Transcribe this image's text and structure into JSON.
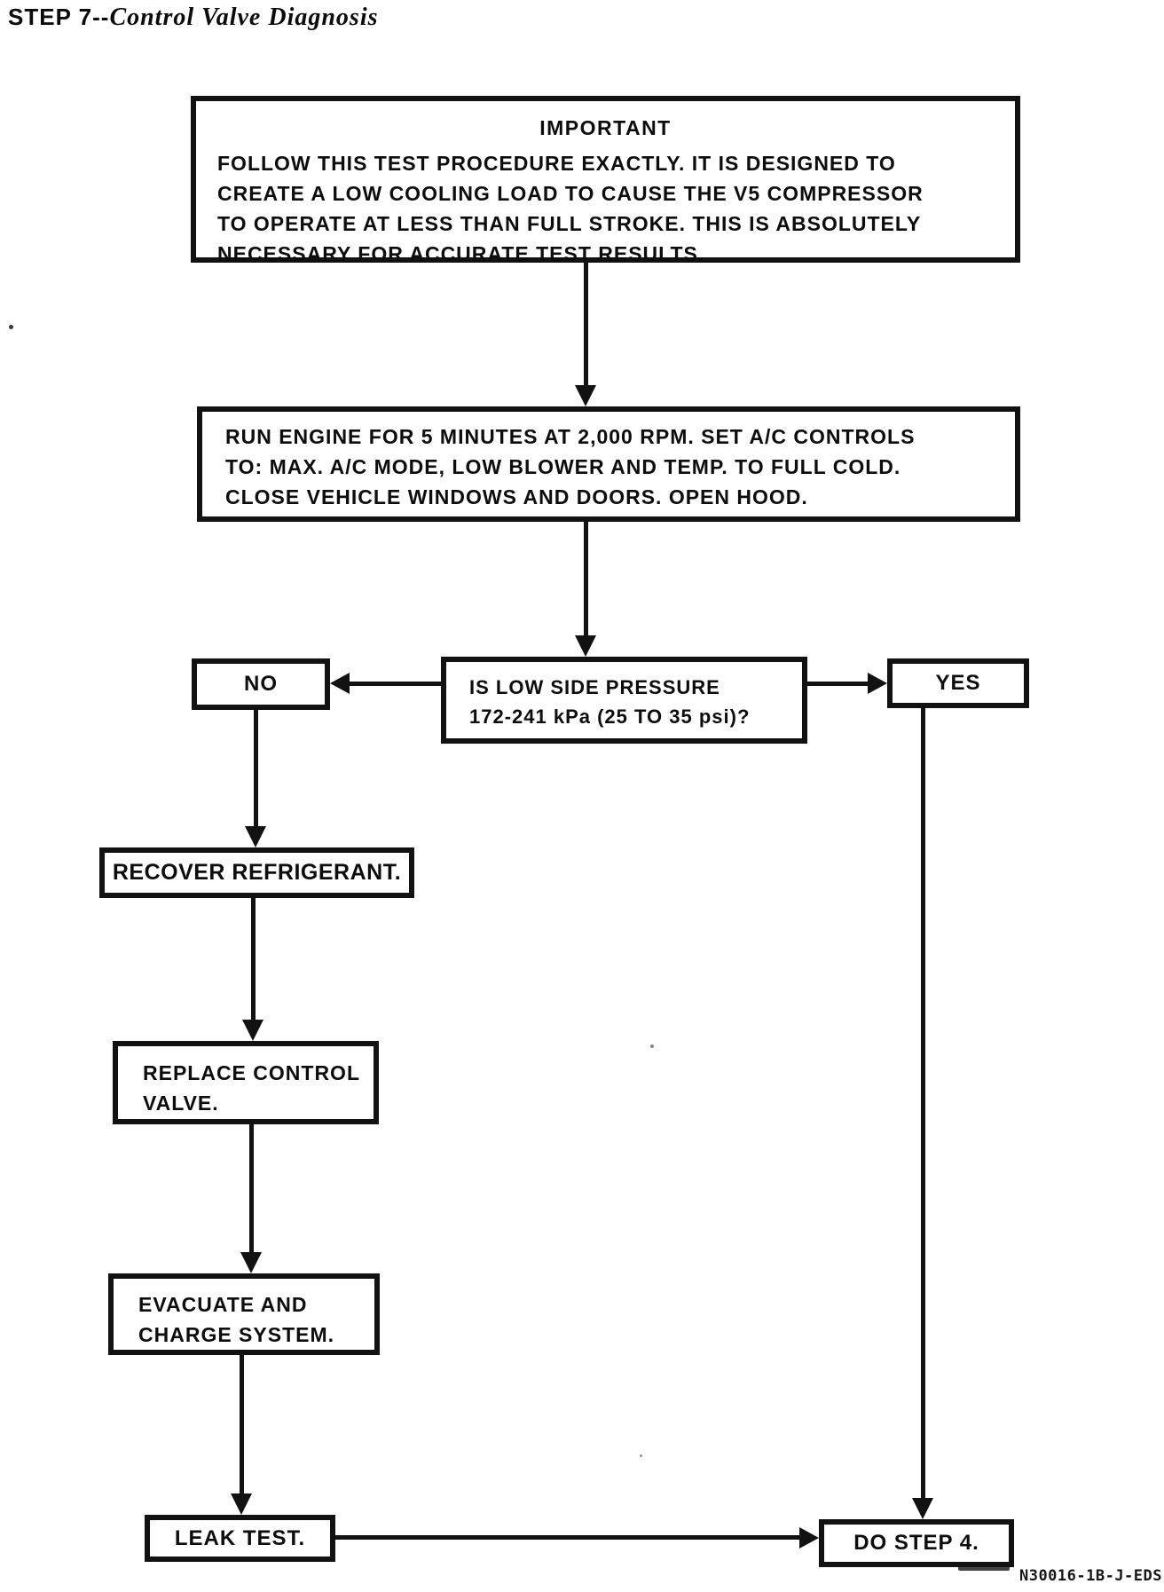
{
  "page": {
    "title_step": "STEP 7--",
    "title_name": "Control Valve Diagnosis",
    "footer_code": "N30016-1B-J-EDS"
  },
  "colors": {
    "ink": "#121212",
    "paper": "#fefefe"
  },
  "flowchart": {
    "important_box": {
      "heading": "IMPORTANT",
      "lines": [
        "FOLLOW THIS TEST PROCEDURE EXACTLY. IT IS DESIGNED TO",
        "CREATE A LOW COOLING LOAD TO CAUSE THE V5 COMPRESSOR",
        "TO OPERATE AT LESS THAN FULL STROKE. THIS IS ABSOLUTELY",
        "NECESSARY FOR ACCURATE TEST RESULTS."
      ]
    },
    "run_engine_box": {
      "lines": [
        "RUN ENGINE FOR 5 MINUTES AT 2,000 RPM. SET A/C CONTROLS",
        "TO: MAX. A/C MODE, LOW BLOWER AND TEMP. TO FULL COLD.",
        "CLOSE VEHICLE WINDOWS AND DOORS. OPEN HOOD."
      ]
    },
    "decision_box": {
      "lines": [
        "IS LOW SIDE PRESSURE",
        "172-241 kPa (25 TO 35 psi)?"
      ]
    },
    "no_label": "NO",
    "yes_label": "YES",
    "recover_label": "RECOVER REFRIGERANT.",
    "replace_box": {
      "lines": [
        "REPLACE CONTROL",
        "VALVE."
      ]
    },
    "evacuate_box": {
      "lines": [
        "EVACUATE AND",
        "CHARGE SYSTEM."
      ]
    },
    "leak_label": "LEAK TEST.",
    "do_step_label": "DO STEP 4."
  }
}
